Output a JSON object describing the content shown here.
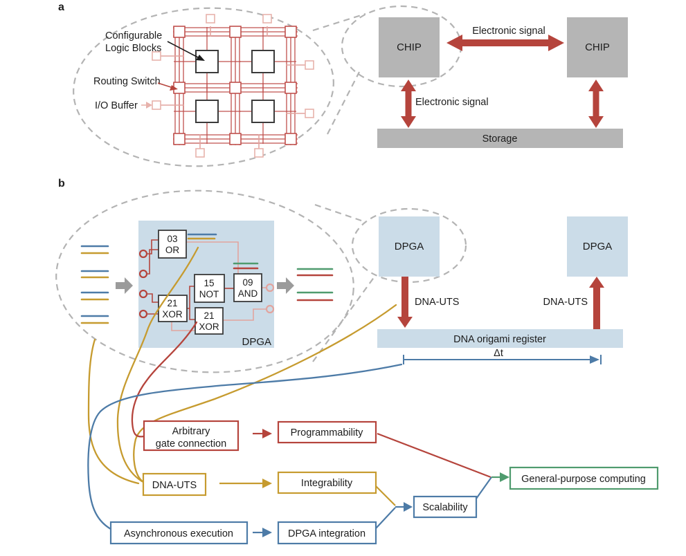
{
  "figure": {
    "type": "two-panel scientific schematic comparing electronic FPGA computing and DNA-based DPGA computing"
  },
  "colors": {
    "accent_red": "#b5443c",
    "accent_gold": "#c69b2f",
    "accent_blue": "#4d7ba7",
    "accent_green": "#4f9b6e",
    "chip_gray": "#b5b5b5",
    "dpga_light_blue": "#cbdce8",
    "wire_pink": "#e2a49e",
    "fpga_track_red": "#c0504d",
    "callout_dash_gray": "#b3b3b3"
  },
  "panel_a": {
    "label": "a",
    "fpga": {
      "clb_label_line1": "Configurable",
      "clb_label_line2": "Logic Blocks",
      "routing_switch_label": "Routing Switch",
      "io_buffer_label": "I/O Buffer"
    },
    "chip_left": "CHIP",
    "chip_right": "CHIP",
    "electronic_signal_top": "Electronic signal",
    "electronic_signal_left": "Electronic signal",
    "storage": "Storage"
  },
  "panel_b": {
    "label": "b",
    "dpga_block": {
      "label": "DPGA",
      "gates": [
        {
          "num": "03",
          "type": "OR"
        },
        {
          "num": "15",
          "type": "NOT"
        },
        {
          "num": "09",
          "type": "AND"
        },
        {
          "num": "21",
          "type": "XOR"
        },
        {
          "num": "21",
          "type": "XOR"
        }
      ]
    },
    "dpga_left": "DPGA",
    "dpga_right": "DPGA",
    "dna_uts_left": "DNA-UTS",
    "dna_uts_right": "DNA-UTS",
    "register": "DNA origami register",
    "delta_t": "Δt",
    "flowchart": {
      "arbitrary_line1": "Arbitrary",
      "arbitrary_line2": "gate connection",
      "programmability": "Programmability",
      "dna_uts": "DNA-UTS",
      "integrability": "Integrability",
      "asynchronous": "Asynchronous execution",
      "dpga_integration": "DPGA integration",
      "scalability": "Scalability",
      "general_purpose": "General-purpose computing"
    }
  }
}
